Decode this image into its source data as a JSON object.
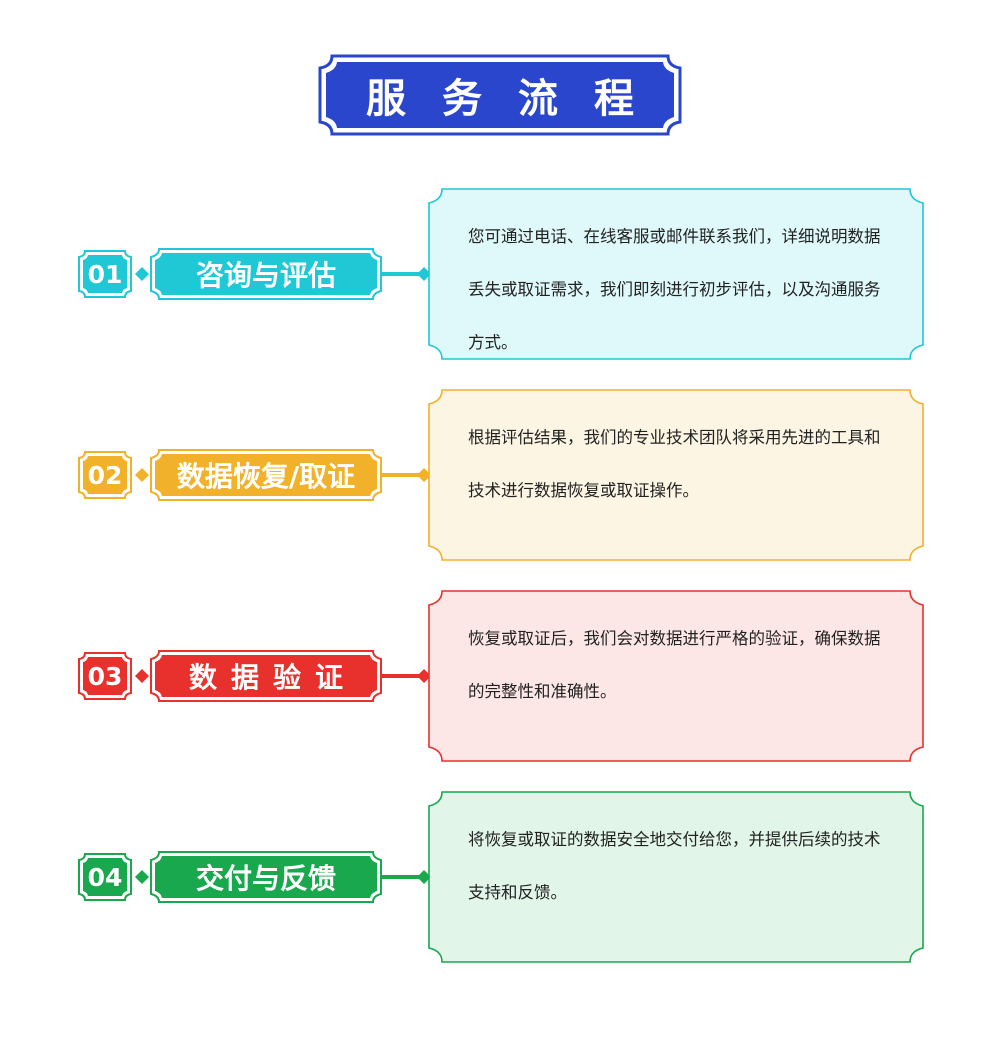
{
  "title": "服务流程",
  "colors": {
    "title_bg": "#2a46cc",
    "step1": "#1fc8d4",
    "step1_bg": "#dff8f9",
    "step2": "#f2b12a",
    "step2_bg": "#fcf5e3",
    "step3": "#e8312d",
    "step3_bg": "#fde6e6",
    "step4": "#19a84d",
    "step4_bg": "#e1f5e9"
  },
  "steps": [
    {
      "number": "01",
      "label": "咨询与评估",
      "description": "您可通过电话、在线客服或邮件联系我们，详细说明数据丢失或取证需求，我们即刻进行初步评估，以及沟通服务方式。"
    },
    {
      "number": "02",
      "label": "数据恢复/取证",
      "description": "根据评估结果，我们的专业技术团队将采用先进的工具和技术进行数据恢复或取证操作。"
    },
    {
      "number": "03",
      "label": "数据验证",
      "description": "恢复或取证后，我们会对数据进行严格的验证，确保数据的完整性和准确性。"
    },
    {
      "number": "04",
      "label": "交付与反馈",
      "description": "将恢复或取证的数据安全地交付给您，并提供后续的技术支持和反馈。"
    }
  ]
}
